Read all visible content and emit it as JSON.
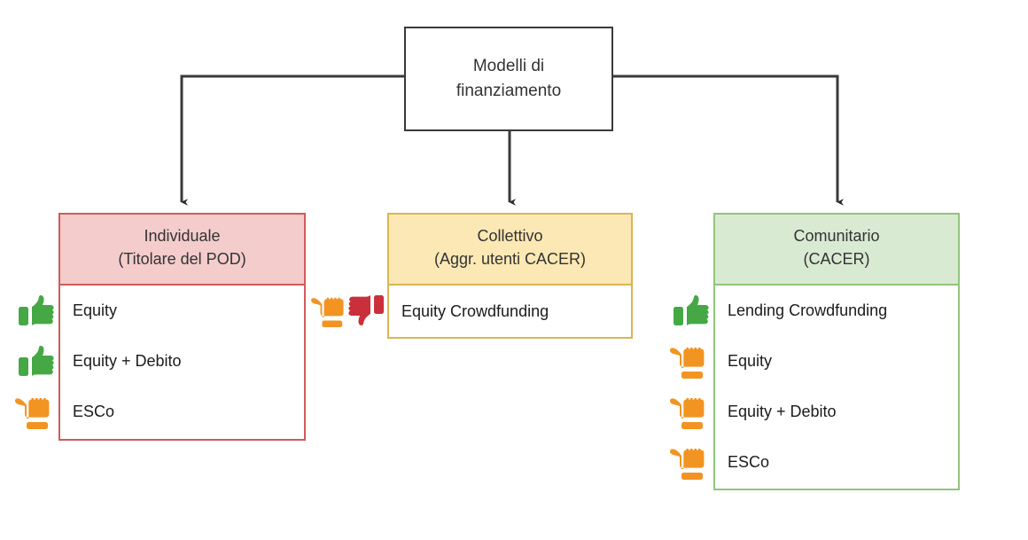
{
  "diagram": {
    "title_node": {
      "label": "Modelli di\nfinanziamento"
    },
    "colors": {
      "root_border": "#3a3a3a",
      "red_fill": "#f4cccc",
      "red_border": "#cf5b5b",
      "yellow_fill": "#fbe8b4",
      "yellow_border": "#d9b654",
      "green_fill": "#d9ead3",
      "green_border": "#93c47d",
      "thumb_up": "#45a845",
      "thumb_side": "#f29422",
      "thumb_down": "#c9303c",
      "connector": "#3a3a3a"
    },
    "categories": [
      {
        "id": "individuale",
        "header": "Individuale\n(Titolare del POD)",
        "rows": [
          {
            "label": "Equity",
            "ratings": [
              "thumb-up"
            ]
          },
          {
            "label": "Equity + Debito",
            "ratings": [
              "thumb-up"
            ]
          },
          {
            "label": "ESCo",
            "ratings": [
              "thumb-side"
            ]
          }
        ]
      },
      {
        "id": "collettivo",
        "header": "Collettivo\n(Aggr. utenti CACER)",
        "rows": [
          {
            "label": "Equity Crowdfunding",
            "ratings": [
              "thumb-side",
              "thumb-down"
            ]
          }
        ]
      },
      {
        "id": "comunitario",
        "header": "Comunitario\n(CACER)",
        "rows": [
          {
            "label": "Lending Crowdfunding",
            "ratings": [
              "thumb-up"
            ]
          },
          {
            "label": "Equity",
            "ratings": [
              "thumb-side"
            ]
          },
          {
            "label": "Equity + Debito",
            "ratings": [
              "thumb-side"
            ]
          },
          {
            "label": "ESCo",
            "ratings": [
              "thumb-side"
            ]
          }
        ]
      }
    ],
    "connectors": [
      {
        "from": "title-node",
        "to": "individuale",
        "style": "orthogonal-left"
      },
      {
        "from": "title-node",
        "to": "collettivo",
        "style": "straight-down"
      },
      {
        "from": "title-node",
        "to": "comunitario",
        "style": "orthogonal-right"
      }
    ]
  }
}
